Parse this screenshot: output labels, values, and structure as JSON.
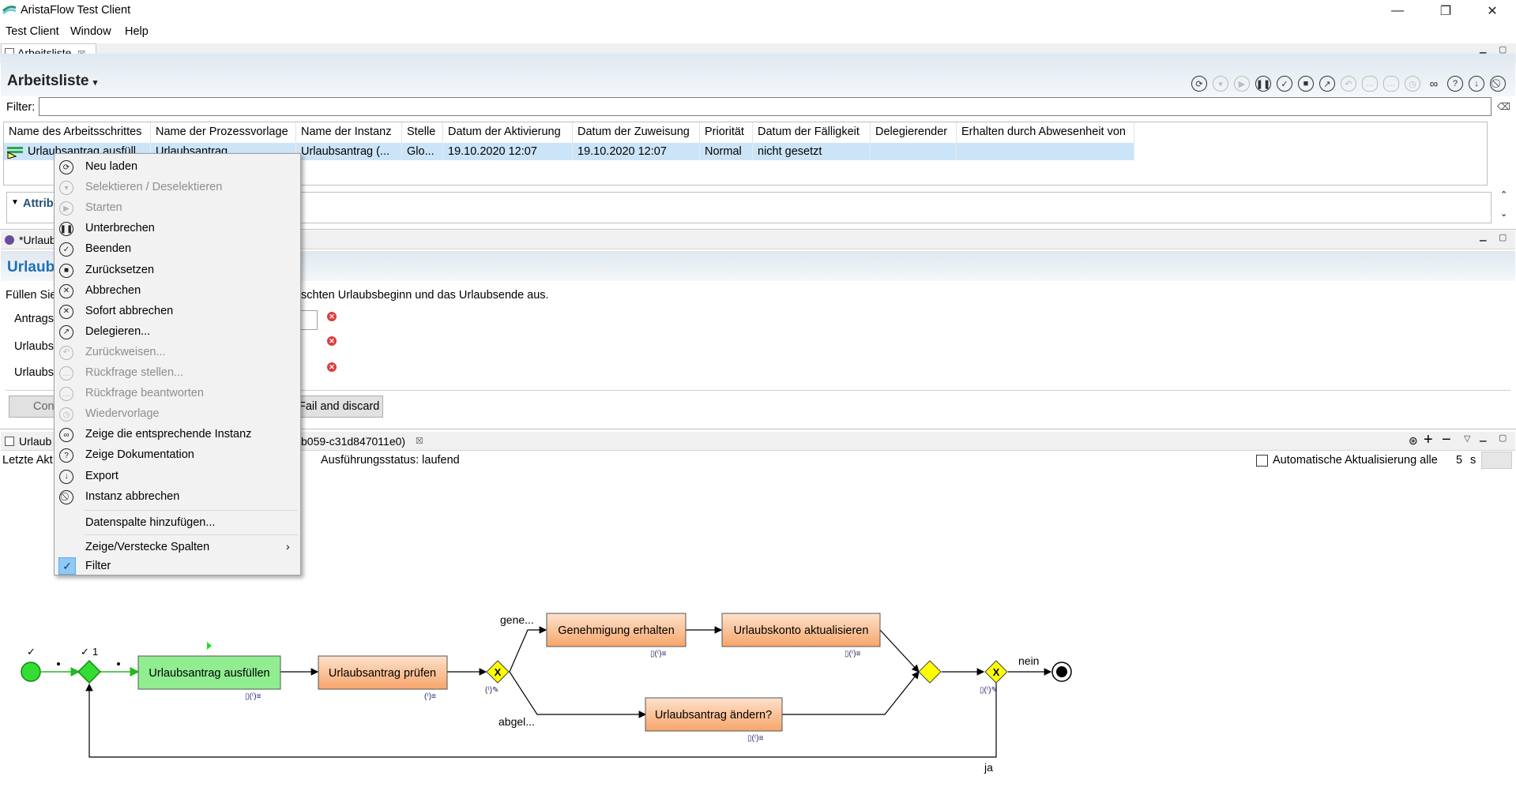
{
  "window": {
    "title": "AristaFlow Test Client",
    "minimize": "—",
    "maximize": "❐",
    "close": "✕"
  },
  "menubar": [
    "Test Client",
    "Window",
    "Help"
  ],
  "worklist": {
    "tab_label": "Arbeitsliste",
    "tab_close": "☒",
    "title": "Arbeitsliste",
    "filter_label": "Filter:",
    "columns": [
      "Name des Arbeitsschrittes",
      "Name der Prozessvorlage",
      "Name der Instanz",
      "Stelle",
      "Datum der Aktivierung",
      "Datum der Zuweisung",
      "Priorität",
      "Datum der Fälligkeit",
      "Delegierender",
      "Erhalten durch Abwesenheit von"
    ],
    "rows": [
      [
        "Urlaubsantrag ausfüll...",
        "Urlaubsantrag",
        "Urlaubsantrag (...",
        "Glo...",
        "19.10.2020 12:07",
        "19.10.2020 12:07",
        "Normal",
        "nicht gesetzt",
        "",
        ""
      ]
    ],
    "attributes_label": "Attrib"
  },
  "form": {
    "tab_label": "*Urlaub",
    "title": "Urlaub",
    "instruction_start": "Füllen Sie",
    "instruction_end": "schten Urlaubsbeginn und das Urlaubsende aus.",
    "field_labels": [
      "Antrags",
      "Urlaubs",
      "Urlaubs"
    ],
    "continue_button": "Con",
    "fail_button": "Fail and discard"
  },
  "graph": {
    "tab_label": "Urlaub",
    "instance_id_fragment": "b059-c31d847011e0)",
    "last_activity": "Letzte Akt",
    "execution_status": "Ausführungsstatus: laufend",
    "auto_refresh_label": "Automatische Aktualisierung alle",
    "auto_refresh_value": "5",
    "auto_refresh_unit": "s",
    "nodes": {
      "fill_in": "Urlaubsantrag ausfüllen",
      "review": "Urlaubsantrag prüfen",
      "approval": "Genehmigung erhalten",
      "update_account": "Urlaubskonto aktualisieren",
      "change": "Urlaubsantrag ändern?"
    },
    "edge_labels": {
      "approved": "gene...",
      "rejected": "abgel...",
      "no": "nein",
      "yes": "ja",
      "loop_count": "1",
      "check1": "✓",
      "check2": "✓"
    }
  },
  "context_menu": {
    "items": [
      {
        "label": "Neu laden",
        "icon": "refresh-icon",
        "glyph": "⟳",
        "enabled": true
      },
      {
        "label": "Selektieren / Deselektieren",
        "icon": "select-icon",
        "glyph": "▾",
        "enabled": false
      },
      {
        "label": "Starten",
        "icon": "start-icon",
        "glyph": "▶",
        "enabled": false
      },
      {
        "label": "Unterbrechen",
        "icon": "pause-icon",
        "glyph": "❚❚",
        "enabled": true
      },
      {
        "label": "Beenden",
        "icon": "finish-icon",
        "glyph": "✓",
        "enabled": true
      },
      {
        "label": "Zurücksetzen",
        "icon": "reset-icon",
        "glyph": "■",
        "enabled": true
      },
      {
        "label": "Abbrechen",
        "icon": "abort-icon",
        "glyph": "✕",
        "enabled": true
      },
      {
        "label": "Sofort abbrechen",
        "icon": "abort-now-icon",
        "glyph": "✕",
        "enabled": true
      },
      {
        "label": "Delegieren...",
        "icon": "delegate-icon",
        "glyph": "↗",
        "enabled": true
      },
      {
        "label": "Zurückweisen...",
        "icon": "reject-icon",
        "glyph": "↶",
        "enabled": false
      },
      {
        "label": "Rückfrage stellen...",
        "icon": "question-icon",
        "glyph": "…",
        "enabled": false
      },
      {
        "label": "Rückfrage beantworten",
        "icon": "answer-icon",
        "glyph": "…",
        "enabled": false
      },
      {
        "label": "Wiedervorlage",
        "icon": "resubmit-icon",
        "glyph": "◷",
        "enabled": false
      },
      {
        "label": "Zeige die entsprechende Instanz",
        "icon": "instance-icon",
        "glyph": "∞",
        "enabled": true
      },
      {
        "label": "Zeige Dokumentation",
        "icon": "help-icon",
        "glyph": "?",
        "enabled": true
      },
      {
        "label": "Export",
        "icon": "export-icon",
        "glyph": "↓",
        "enabled": true
      },
      {
        "label": "Instanz abbrechen",
        "icon": "cancel-instance-icon",
        "glyph": "⃠",
        "enabled": true
      }
    ],
    "extra": {
      "add_column": "Datenspalte hinzufügen...",
      "show_hide": "Zeige/Verstecke Spalten",
      "filter": "Filter"
    }
  },
  "colors": {
    "accent": "#1f6fb5",
    "selection": "#cce4f7",
    "active_node": "#90ee90",
    "task_node": "#f9b98a",
    "gateway": "#ffff00"
  }
}
